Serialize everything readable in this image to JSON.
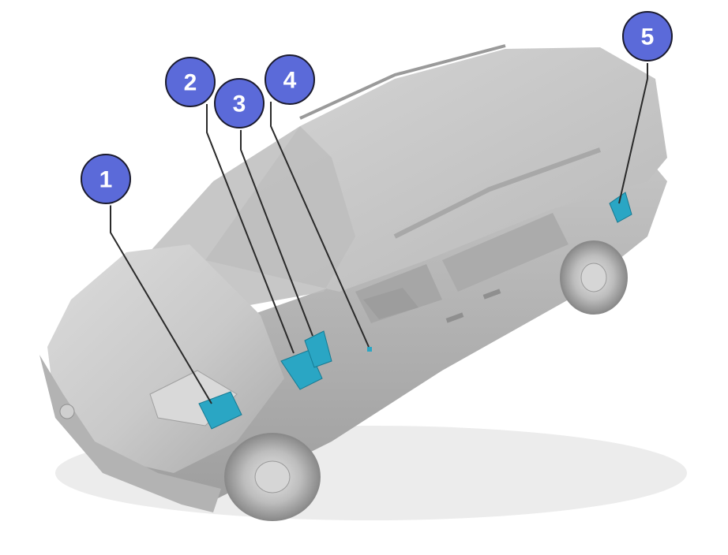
{
  "colors": {
    "badge_fill": "#5b6ad9",
    "badge_stroke": "#1b1b2e",
    "highlight": "#2aa6c4",
    "car_body": "#cfcfcf",
    "car_shadow": "#9c9c9c",
    "leader_line": "#2a2a2a"
  },
  "callouts": [
    {
      "label": "1"
    },
    {
      "label": "2"
    },
    {
      "label": "3"
    },
    {
      "label": "4"
    },
    {
      "label": "5"
    }
  ]
}
